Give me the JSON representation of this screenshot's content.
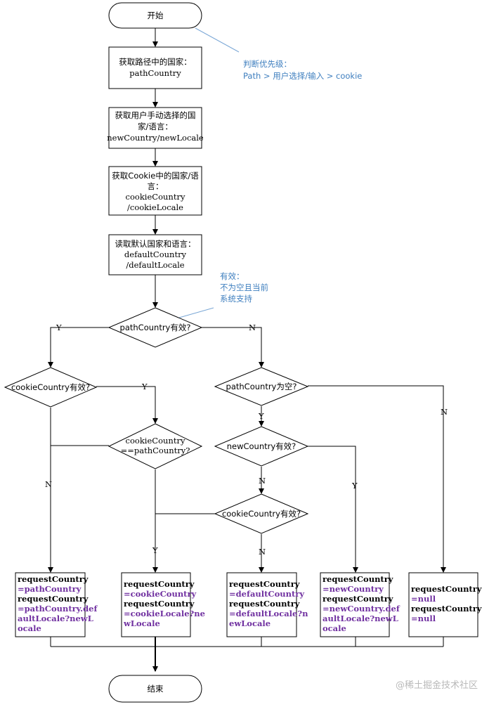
{
  "start": "开始",
  "end": "结束",
  "steps": [
    [
      "获取路径中的国家：",
      "pathCountry"
    ],
    [
      "获取用户手动选择的国",
      "家/语言：",
      "newCountry/newLocale"
    ],
    [
      "获取Cookie中的国家/语",
      "言：",
      "cookieCountry",
      "/cookieLocale"
    ],
    [
      "读取默认国家和语言：",
      "defaultCountry",
      "/defaultLocale"
    ]
  ],
  "notes": {
    "priority": [
      "判断优先级：",
      "Path > 用户选择/输入 > cookie"
    ],
    "valid": [
      "有效：",
      "不为空且当前",
      "系统支持"
    ]
  },
  "decisions": {
    "path_valid": "pathCountry有效?",
    "cookie_valid_left": "cookieCountry有效?",
    "cookie_equals_path": [
      "cookieCountry",
      "==pathCountry?"
    ],
    "path_empty": "pathCountry为空?",
    "new_valid": "newCountry有效?",
    "cookie_valid_right": "cookieCountry有效?"
  },
  "labels": {
    "yes": "Y",
    "no": "N"
  },
  "results": [
    [
      "requestCountry",
      "=pathCountry",
      "requestCountry",
      "=pathCountry.def",
      "aultLocale?newL",
      "ocale"
    ],
    [
      "requestCountry",
      "=cookieCountry",
      "requestCountry",
      "=cookieLocale?ne",
      "wLocale"
    ],
    [
      "requestCountry",
      "=defaultCountry",
      "requestCountry",
      "=defaultLocale?n",
      "ewLocale"
    ],
    [
      "requestCountry",
      "=newCountry",
      "requestCountry",
      "=newCountry.def",
      "aultLocale?newL",
      "ocale"
    ],
    [
      "requestCountry",
      "=null",
      "requestCountry",
      "=null"
    ]
  ],
  "watermark": "@稀土掘金技术社区"
}
